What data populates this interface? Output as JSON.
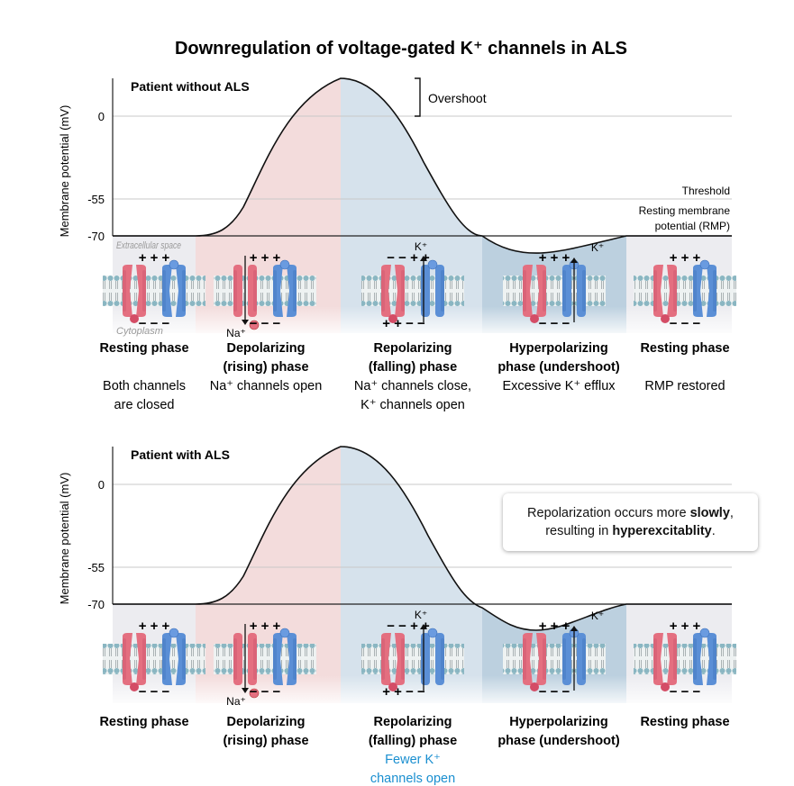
{
  "title": "Downregulation of voltage-gated K⁺ channels in ALS",
  "colors": {
    "depolarizing": "#f3dcdc",
    "repolarizing": "#d6e2ec",
    "hyperpolarizing": "#bcd0df",
    "resting": "#ececf0",
    "na_channel": "#e46f80",
    "k_channel": "#5b8fd6",
    "membrane_head": "#8ab6c2",
    "highlight_blue": "#1a8fd0"
  },
  "panels": [
    {
      "id": "top",
      "heading": "Patient without ALS",
      "ylabel": "Membrane potential (mV)",
      "yticks": [
        "0",
        "-55",
        "-70"
      ],
      "annotations": {
        "overshoot": "Overshoot",
        "threshold": "Threshold",
        "rmp_line1": "Resting membrane",
        "rmp_line2": "potential (RMP)",
        "extracellular": "Extracellular space",
        "cytoplasm": "Cytoplasm"
      },
      "phases": [
        {
          "name": [
            "Resting phase"
          ],
          "desc": [
            "Both channels",
            "are closed"
          ]
        },
        {
          "name": [
            "Depolarizing",
            "(rising) phase"
          ],
          "desc": [
            "Na⁺ channels open"
          ]
        },
        {
          "name": [
            "Repolarizing",
            "(falling) phase"
          ],
          "desc": [
            "Na⁺ channels close,",
            "K⁺ channels open"
          ]
        },
        {
          "name": [
            "Hyperpolarizing",
            "phase (undershoot)"
          ],
          "desc": [
            "Excessive K⁺ efflux"
          ]
        },
        {
          "name": [
            "Resting phase"
          ],
          "desc": [
            "RMP restored"
          ]
        }
      ]
    },
    {
      "id": "bottom",
      "heading": "Patient with ALS",
      "ylabel": "Membrane potential (mV)",
      "yticks": [
        "0",
        "-55",
        "-70"
      ],
      "phases": [
        {
          "name": [
            "Resting phase"
          ],
          "desc": []
        },
        {
          "name": [
            "Depolarizing",
            "(rising) phase"
          ],
          "desc": []
        },
        {
          "name": [
            "Repolarizing",
            "(falling) phase"
          ],
          "desc": [
            "Fewer K⁺",
            "channels open"
          ]
        },
        {
          "name": [
            "Hyperpolarizing",
            "phase (undershoot)"
          ],
          "desc": []
        },
        {
          "name": [
            "Resting phase"
          ],
          "desc": []
        }
      ],
      "callout": {
        "text1": "Repolarization occurs more ",
        "bold1": "slowly",
        "text2": ",",
        "text3": "resulting in ",
        "bold2": "hyperexcitablity",
        "text4": "."
      }
    }
  ],
  "ion_labels": {
    "na": "Na⁺",
    "k": "K⁺"
  },
  "charges": {
    "plus3": "+ + +",
    "minus3": "− − −",
    "mixed_top": "− − + +",
    "mixed_bottom": "+ + − −"
  }
}
